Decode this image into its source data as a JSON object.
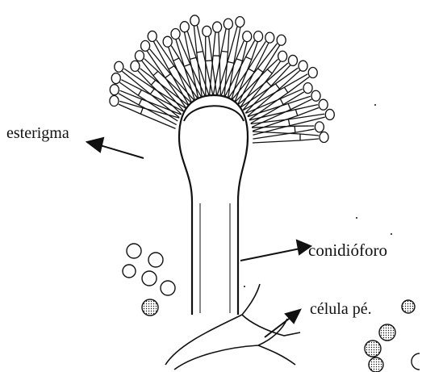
{
  "labels": {
    "esterigma": "esterigma",
    "conidioforo": "conidióforo",
    "celula_pe": "célula pé."
  },
  "colors": {
    "ink": "#111111",
    "background": "#ffffff"
  }
}
